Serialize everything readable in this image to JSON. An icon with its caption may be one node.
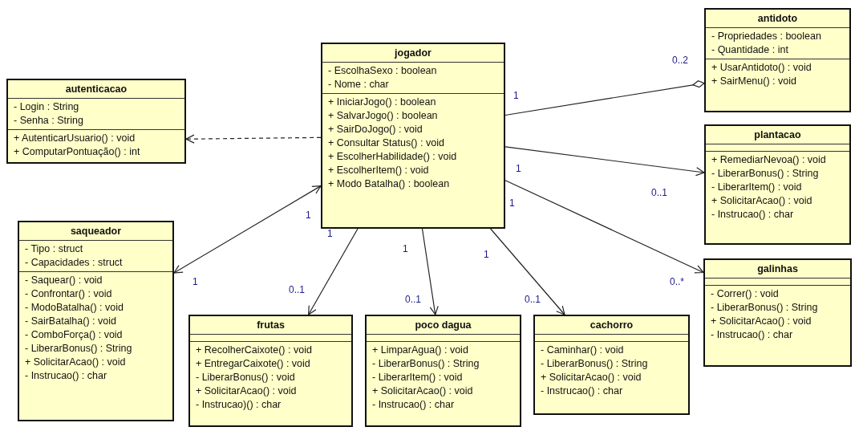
{
  "diagram": {
    "nodes": [
      {
        "text": [
          "autenticacao",
          "- Login : String",
          "- Senha : String",
          "+ AutenticarUsuario() : void",
          "+ ComputarPontuação() : int"
        ]
      },
      {
        "text": [
          "jogador",
          "- EscolhaSexo : boolean",
          "- Nome : char",
          "+ IniciarJogo() : boolean",
          "+ SalvarJogo() : boolean",
          "+ SairDoJogo() : void",
          "+ Consultar Status() : void",
          "+ EscolherHabilidade() : void",
          "+ EscolherItem() : void",
          "+ Modo Batalha() : boolean"
        ]
      },
      {
        "text": [
          "antidoto",
          "- Propriedades : boolean",
          "- Quantidade : int",
          "+ UsarAntidoto() : void",
          "+ SairMenu() : void"
        ]
      },
      {
        "text": [
          "plantacao",
          "+ RemediarNevoa() : void",
          "- LiberarBonus() : String",
          "- LiberarItem() : void",
          "+ SolicitarAcao() : void",
          "- Instrucao() : char"
        ]
      },
      {
        "text": [
          "saqueador",
          "- Tipo : struct",
          "- Capacidades : struct",
          "- Saquear() : void",
          "- Confrontar() : void",
          "- ModoBatalha() : void",
          "- SairBatalha() : void",
          "- ComboForça() : void",
          "- LiberarBonus() : String",
          "+ SolicitarAcao() : void",
          "- Instrucao() : char"
        ]
      },
      {
        "text": [
          "frutas",
          "+ RecolherCaixote() : void",
          "+ EntregarCaixote() : void",
          "- LiberarBonus() : void",
          "+ SolicitarAcao() : void",
          "- Instrucao)() : char"
        ]
      },
      {
        "text": [
          "poco dagua",
          "+ LimparAgua() : void",
          "- LiberarBonus() : String",
          "- LiberarItem() : void",
          "+ SolicitarAcao() : void",
          "- Instrucao() : char"
        ]
      },
      {
        "text": [
          "cachorro",
          "- Caminhar() : void",
          "- LiberarBonus() : String",
          "+ SolicitarAcao() : void",
          "- Instrucao() : char"
        ]
      },
      {
        "text": [
          "galinhas",
          "- Correr() : void",
          "- LiberarBonus() : String",
          "+ SolicitarAcao() : void",
          "- Instrucao() : char"
        ]
      }
    ],
    "edges": [
      {
        "from": 1,
        "to": 0,
        "arrow": "to",
        "style": "dashed"
      },
      {
        "from": 1,
        "to": 2,
        "arrow": "other"
      },
      {
        "from": 1,
        "to": 3,
        "arrow": "to"
      },
      {
        "from": 1,
        "to": 8,
        "arrow": "to"
      },
      {
        "from": 1,
        "to": 4,
        "arrow": "both"
      },
      {
        "from": 1,
        "to": 5,
        "arrow": "to"
      },
      {
        "from": 1,
        "to": 6,
        "arrow": "to"
      },
      {
        "from": 1,
        "to": 7,
        "arrow": "to"
      }
    ],
    "labels": [
      "0..2",
      "1",
      "1",
      "0..1",
      "1",
      "1",
      "1",
      "1",
      "1",
      "1",
      "0..*",
      "0..1",
      "0..1",
      "0..1"
    ]
  }
}
